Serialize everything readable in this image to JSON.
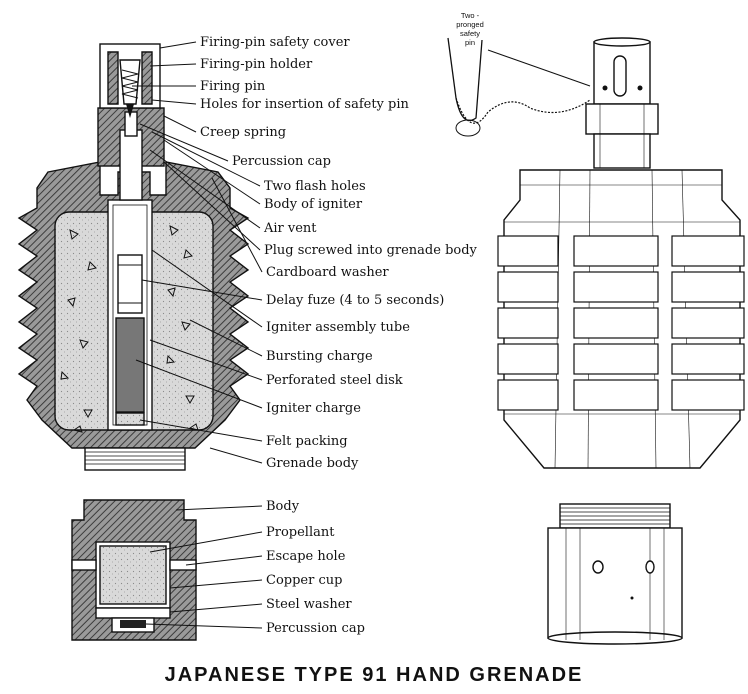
{
  "title": "JAPANESE TYPE 91 HAND GRENADE",
  "safety_pin_note": [
    "Two -",
    "pronged",
    "safety",
    "pin"
  ],
  "labels": [
    "Firing-pin safety cover",
    "Firing-pin holder",
    "Firing pin",
    "Holes for insertion of safety pin",
    "Creep spring",
    "Percussion cap",
    "Two flash holes",
    "Body of igniter",
    "Air vent",
    "Plug screwed into grenade body",
    "Cardboard washer",
    "Delay fuze  (4 to 5 seconds)",
    "Igniter assembly tube",
    "Bursting charge",
    "Perforated steel disk",
    "Igniter charge",
    "Felt packing",
    "Grenade body"
  ],
  "bottom_labels": [
    "Body",
    "Propellant",
    "Escape hole",
    "Copper cup",
    "Steel washer",
    "Percussion cap"
  ],
  "colors": {
    "ink": "#111111",
    "hatch": "#4a4a4a",
    "fill_light": "#d8d8d8",
    "fill_dark": "#7a7a7a"
  }
}
